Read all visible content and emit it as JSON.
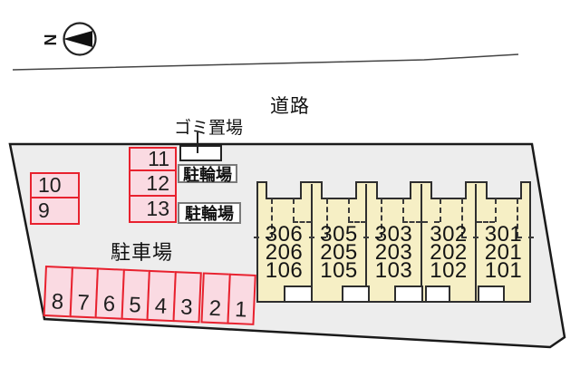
{
  "compass": {
    "north_label": "N"
  },
  "labels": {
    "road": "道路",
    "garbage_area": "ゴミ置場",
    "car_parking": "駐車場",
    "bike_parking_upper": "駐輪場",
    "bike_parking_lower": "駐輪場"
  },
  "parking": {
    "left_column": [
      "10",
      "9"
    ],
    "mid_column": [
      "11",
      "12",
      "13"
    ],
    "bottom_row": [
      "8",
      "7",
      "6",
      "5",
      "4",
      "3",
      "2",
      "1"
    ]
  },
  "building": {
    "units": [
      {
        "rooms": [
          "306",
          "206",
          "106"
        ]
      },
      {
        "rooms": [
          "305",
          "205",
          "105"
        ]
      },
      {
        "rooms": [
          "303",
          "203",
          "103"
        ]
      },
      {
        "rooms": [
          "302",
          "202",
          "102"
        ]
      },
      {
        "rooms": [
          "301",
          "201",
          "101"
        ]
      }
    ]
  },
  "colors": {
    "site_fill": "#ededed",
    "boundary": "#1a1a1a",
    "building_fill": "#f6efc5",
    "building_border": "#2e2e2e",
    "stall_fill": "#fadae2",
    "stall_border": "#e8212e"
  }
}
